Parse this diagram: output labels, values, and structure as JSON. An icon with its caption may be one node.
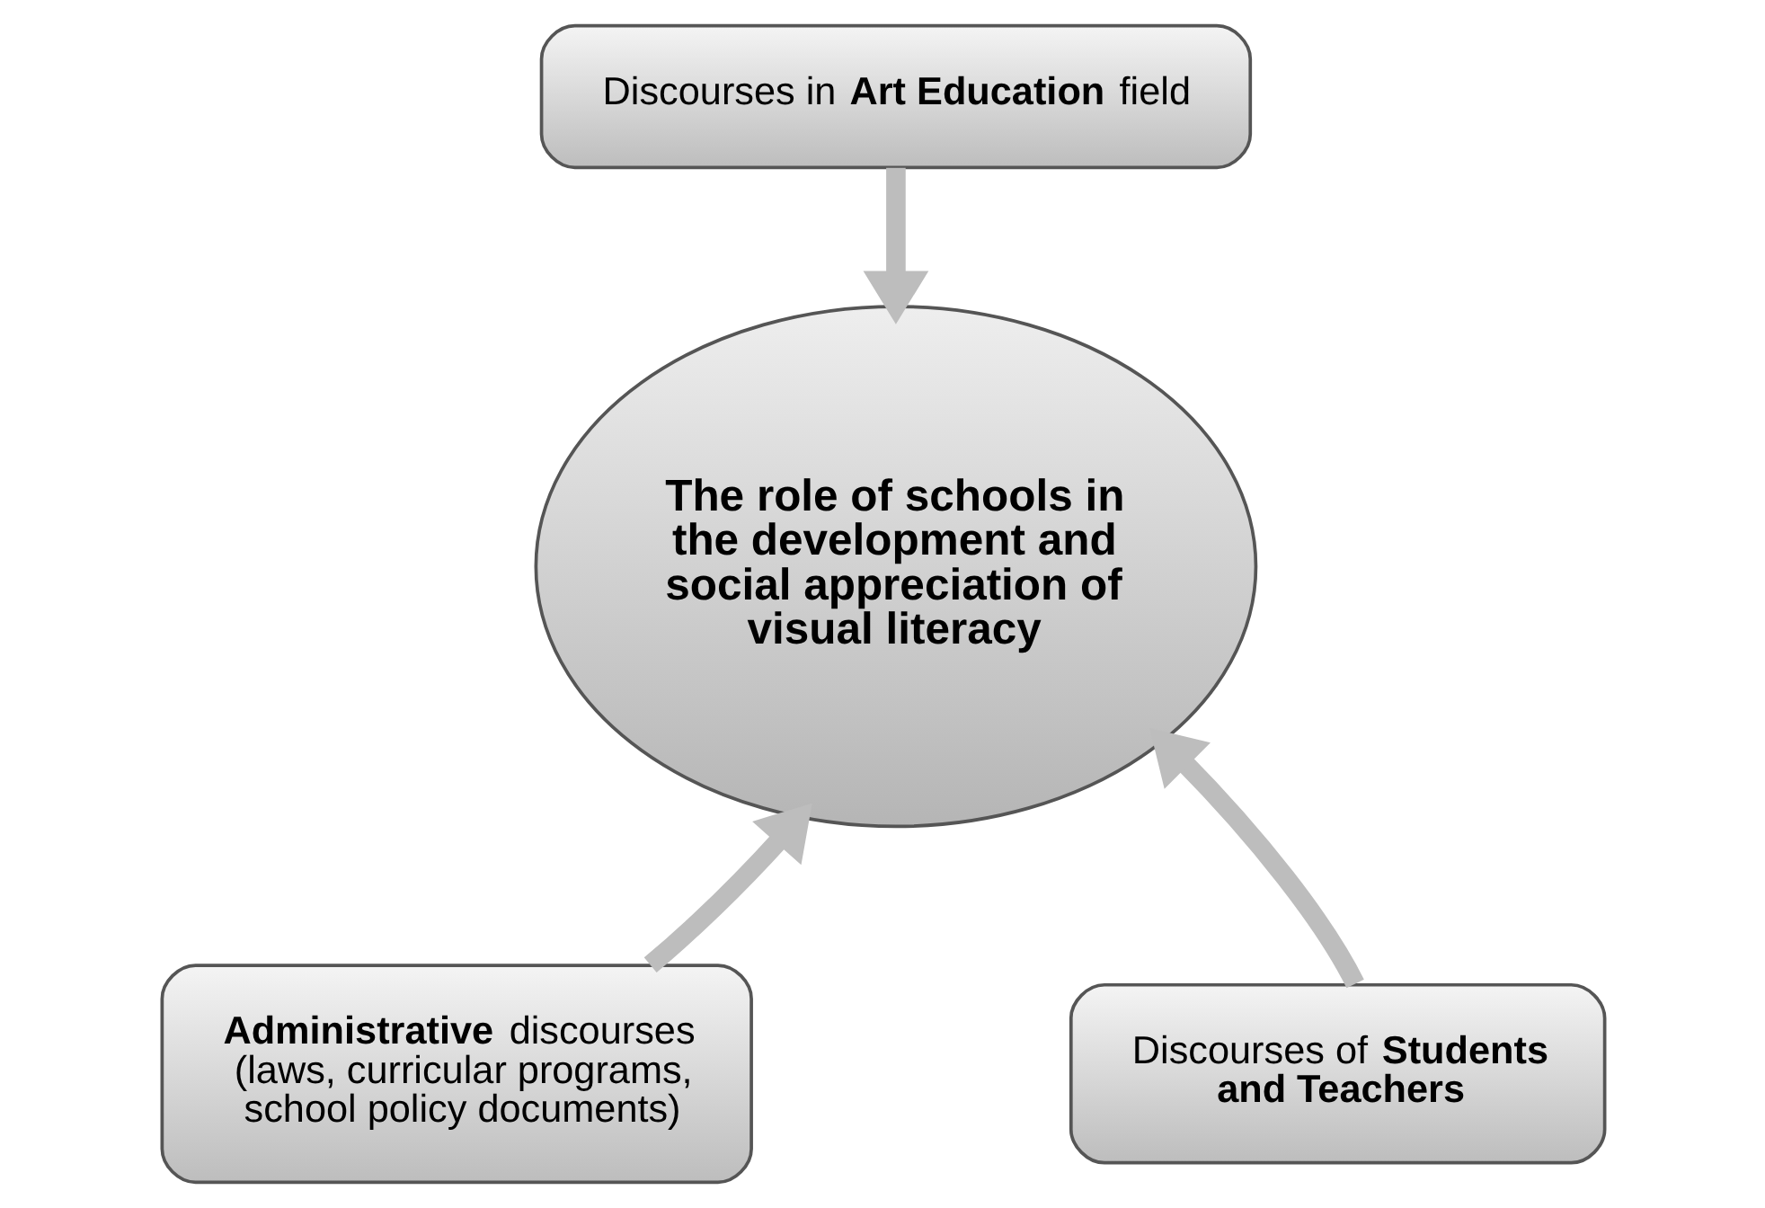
{
  "diagram": {
    "nodes": [
      {
        "text": [
          "Discourses in **Art Education** field"
        ]
      },
      {
        "text": [
          "The role of schools in the development and social appreciation of visual literacy"
        ]
      },
      {
        "text": [
          "**Administrative** discourses",
          "(laws, curricular programs, school policy documents)"
        ]
      },
      {
        "text": [
          "Discourses of **Students and Teachers**"
        ]
      }
    ],
    "edges": [
      {
        "from": 0,
        "to": 1,
        "arrow": "to"
      },
      {
        "from": 2,
        "to": 1,
        "arrow": "to"
      },
      {
        "from": 3,
        "to": 1,
        "arrow": "to"
      }
    ]
  }
}
